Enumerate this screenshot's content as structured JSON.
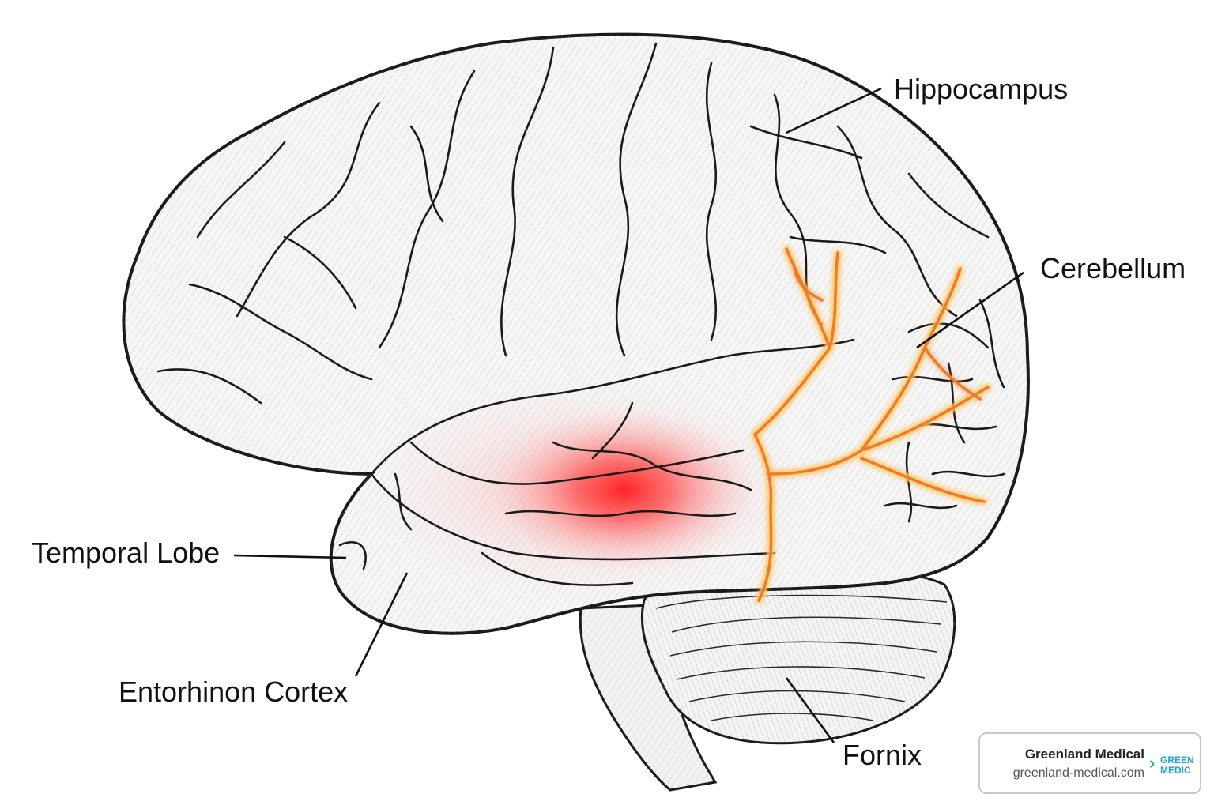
{
  "diagram": {
    "labels": {
      "hippocampus": "Hippocampus",
      "cerebellum": "Cerebellum",
      "temporal_lobe": "Temporal Lobe",
      "entorhinal_cortex": "Entorhinon Cortex",
      "fornix": "Fornix"
    },
    "colors": {
      "outline": "#1a1a1a",
      "brain_fill": "#f6f6f6",
      "hotspot": "#ff2020",
      "neural_path": "#f07a2a",
      "neural_glow": "#ffd86b"
    }
  },
  "badge": {
    "name": "Greenland Medical",
    "url": "greenland-medical.com",
    "logo_line1": "GREEN",
    "logo_line2": "MEDIC",
    "chevron": "›",
    "colors": {
      "chevron": "#1fb48a",
      "logo": "#1aa6c9"
    }
  }
}
